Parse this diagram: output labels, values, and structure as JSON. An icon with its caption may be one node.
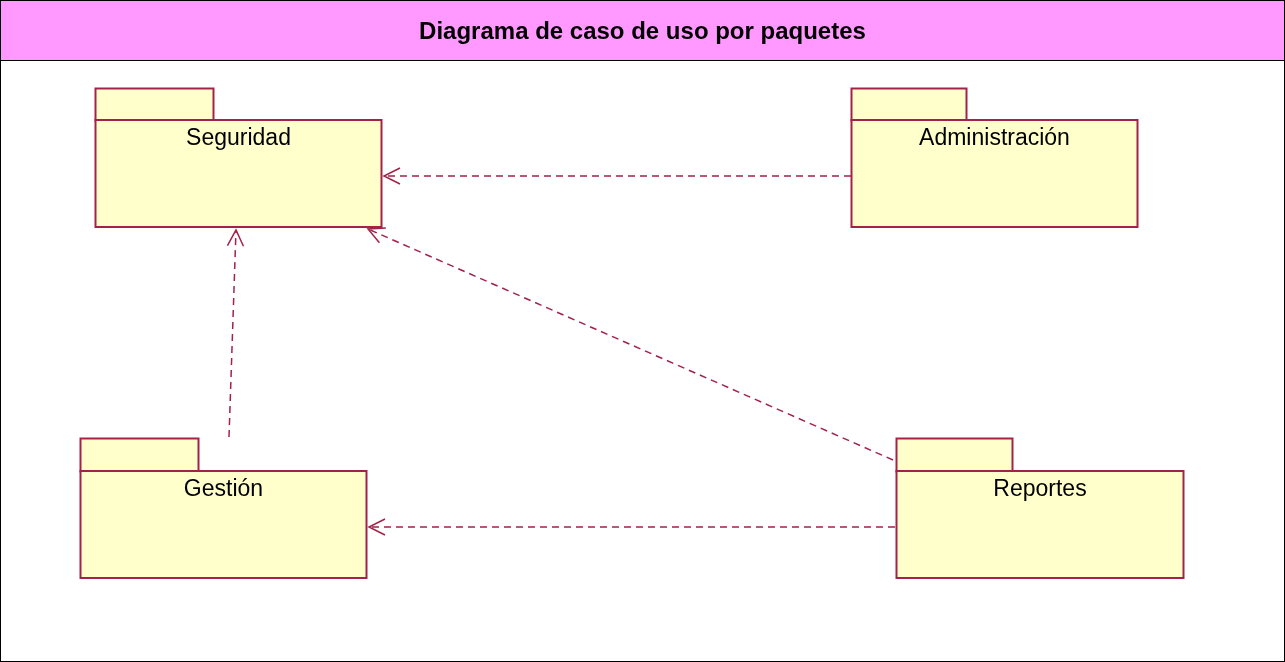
{
  "diagram": {
    "title": "Diagrama de caso de uso por paquetes",
    "nodes": [
      {
        "text": [
          "Seguridad"
        ]
      },
      {
        "text": [
          "Administración"
        ]
      },
      {
        "text": [
          "Gestión"
        ]
      },
      {
        "text": [
          "Reportes"
        ]
      }
    ],
    "edges": [
      {
        "from": 1,
        "to": 0,
        "arrow": "to",
        "style": "dashed"
      },
      {
        "from": 2,
        "to": 0,
        "arrow": "to",
        "style": "dashed"
      },
      {
        "from": 3,
        "to": 0,
        "arrow": "to",
        "style": "dashed"
      },
      {
        "from": 3,
        "to": 2,
        "arrow": "to",
        "style": "dashed"
      }
    ]
  }
}
